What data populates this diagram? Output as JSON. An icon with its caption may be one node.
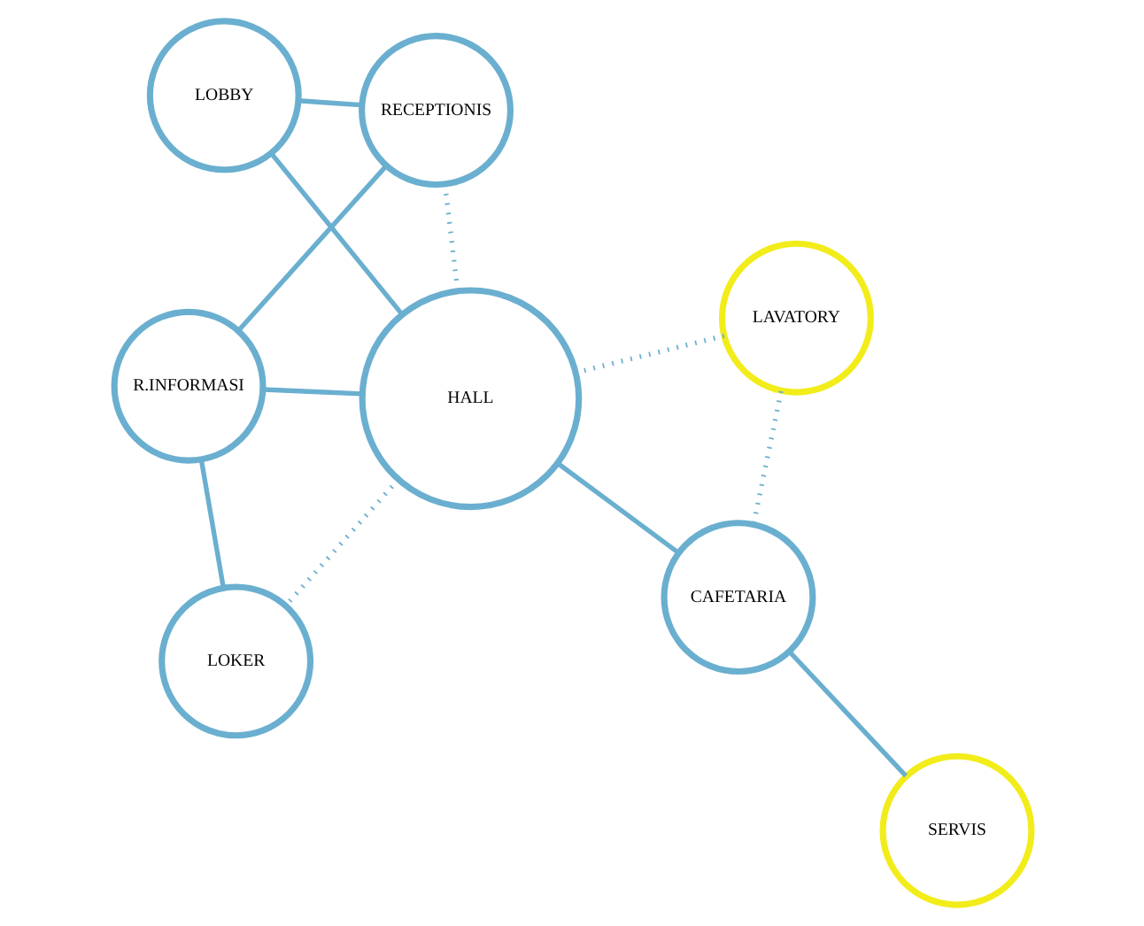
{
  "diagram": {
    "nodes": [
      {
        "text": [
          "LOBBY"
        ]
      },
      {
        "text": [
          "LAVATORY"
        ]
      },
      {
        "text": [
          "SERVIS"
        ]
      },
      {
        "text": [
          "RECEPTIONIS"
        ]
      },
      {
        "text": [
          "HALL"
        ]
      },
      {
        "text": [
          "CAFETARIA"
        ]
      },
      {
        "text": [
          "R.INFORMASI"
        ]
      },
      {
        "text": [
          "LOKER"
        ]
      }
    ],
    "edges": [
      {
        "from": 0,
        "to": 4,
        "arrow": "none"
      },
      {
        "from": 0,
        "to": 3,
        "arrow": "none"
      },
      {
        "from": 1,
        "to": 4,
        "arrow": "none",
        "style": "dashed"
      },
      {
        "from": 1,
        "to": 5,
        "arrow": "none",
        "style": "dashed"
      },
      {
        "from": 2,
        "to": 5,
        "arrow": "none"
      },
      {
        "from": 3,
        "to": 4,
        "arrow": "none",
        "style": "dashed"
      },
      {
        "from": 4,
        "to": 5,
        "arrow": "none"
      },
      {
        "from": 3,
        "to": 6,
        "arrow": "none"
      },
      {
        "from": 6,
        "to": 4,
        "arrow": "none"
      },
      {
        "from": 4,
        "to": 7,
        "arrow": "none",
        "style": "dashed"
      },
      {
        "from": 6,
        "to": 7,
        "arrow": "none"
      }
    ]
  }
}
